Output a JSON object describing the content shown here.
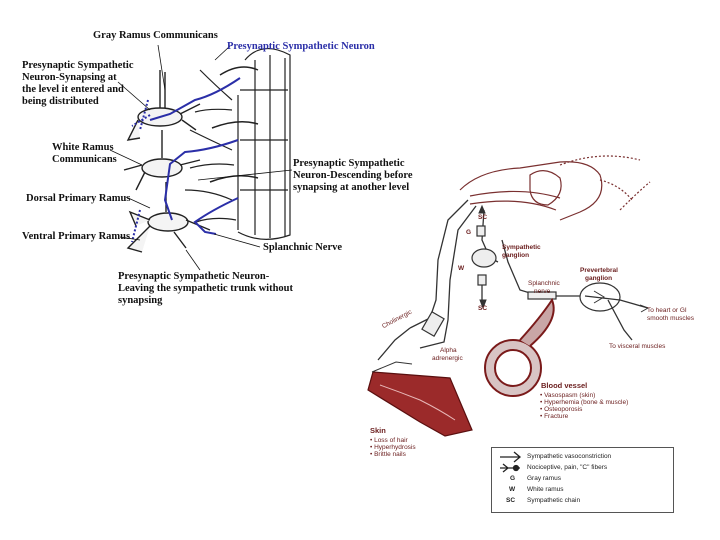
{
  "left_diagram": {
    "gray_ramus": "Gray Ramus Communicans",
    "presynaptic_neuron": "Presynaptic Sympathetic Neuron",
    "synapsing_line1": "Presynaptic Sympathetic",
    "synapsing_line2": "Neuron-Synapsing at",
    "synapsing_line3": "the level it entered and",
    "synapsing_line4": "being distributed",
    "white_ramus_line1": "White Ramus",
    "white_ramus_line2": "Communicans",
    "descending_line1": "Presynaptic Sympathetic",
    "descending_line2": "Neuron-Descending before",
    "descending_line3": "synapsing at another level",
    "dorsal_ramus": "Dorsal Primary Ramus",
    "ventral_ramus": "Ventral Primary Ramus",
    "splanchnic": "Splanchnic Nerve",
    "leaving_line1": "Presynaptic Sympathetic Neuron-",
    "leaving_line2": "Leaving the sympathetic trunk without",
    "leaving_line3": "synapsing"
  },
  "right_diagram": {
    "sc_top": "SC",
    "g_label": "G",
    "w_label": "W",
    "sympathetic_ganglion_1": "Sympathetic",
    "sympathetic_ganglion_2": "ganglion",
    "sc_bottom": "SC",
    "splanchnic_1": "Splanchnic",
    "splanchnic_2": "nerve",
    "prevertebral_1": "Prevertebral",
    "prevertebral_2": "ganglion",
    "heart_1": "To heart or GI",
    "heart_2": "smooth muscles",
    "visceral": "To visceral muscles",
    "cholinergic": "Cholinergic",
    "alpha_1": "Alpha",
    "alpha_2": "adrenergic",
    "blood_vessel": "Blood vessel",
    "bv_items": [
      "• Vasospasm (skin)",
      "• Hyperhemia (bone & muscle)",
      "• Osteoporosis",
      "• Fracture"
    ],
    "skin": "Skin",
    "skin_items": [
      "• Loss of hair",
      "• Hyperhydrosis",
      "• Brittle nails"
    ]
  },
  "legend": {
    "vasoconstriction": "Sympathetic vasoconstriction",
    "nociceptive": "Nociceptive, pain, \"C\" fibers",
    "g_key": "G",
    "g_text": "Gray ramus",
    "w_key": "W",
    "w_text": "White ramus",
    "sc_key": "SC",
    "sc_text": "Sympathetic chain"
  },
  "colors": {
    "neuron_blue": "#2b2fa8",
    "skin_red": "#9b2a2a",
    "ink": "#111111",
    "vessel": "#8a2020"
  }
}
